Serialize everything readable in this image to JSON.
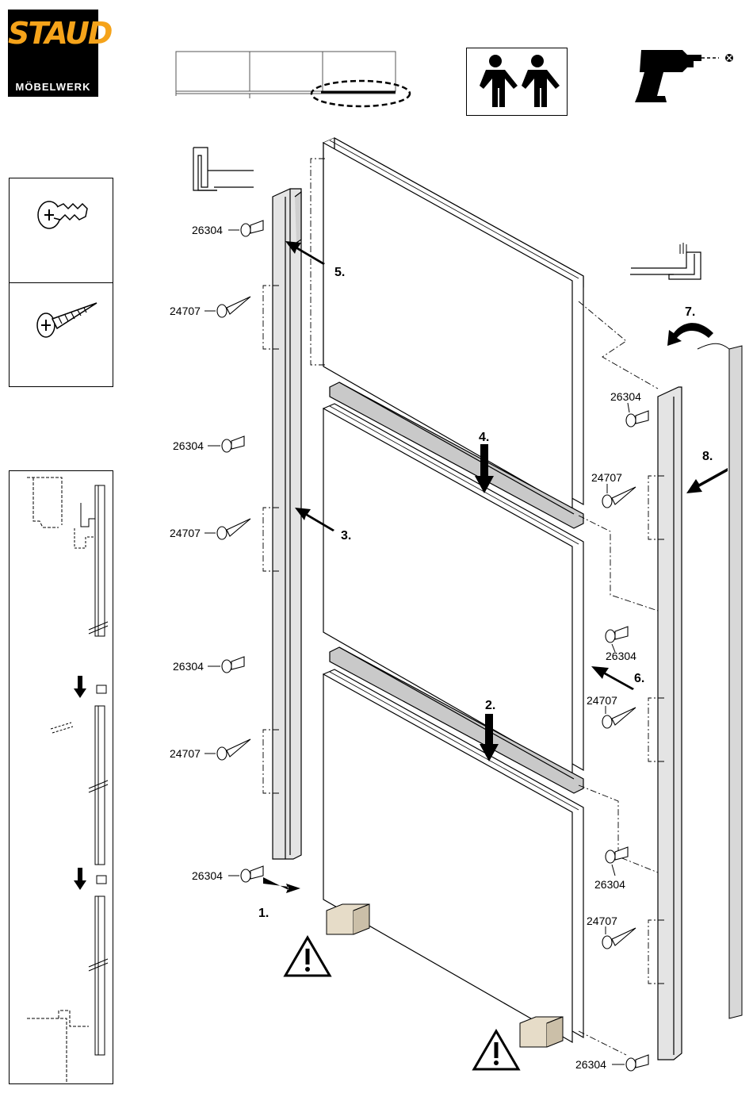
{
  "brand": {
    "name": "STAUD",
    "subtitle": "MÖBELWERK",
    "brand_color": "#f5a31a"
  },
  "tools": {
    "persons_icon": "two-persons-icon",
    "drill_icon": "cordless-drill-icon"
  },
  "screw_types": [
    "flat-head-dowel-screw-icon",
    "countersunk-wood-screw-icon"
  ],
  "parts_left": {
    "labels": [
      "26304",
      "24707",
      "26304",
      "24707",
      "26304",
      "24707",
      "26304"
    ]
  },
  "parts_right": {
    "labels": [
      "26304",
      "24707",
      "26304",
      "24707",
      "26304",
      "24707",
      "26304"
    ]
  },
  "steps": [
    "1.",
    "2.",
    "3.",
    "4.",
    "5.",
    "6.",
    "7.",
    "8."
  ],
  "warnings": [
    "warning-triangle-icon",
    "warning-triangle-icon"
  ]
}
